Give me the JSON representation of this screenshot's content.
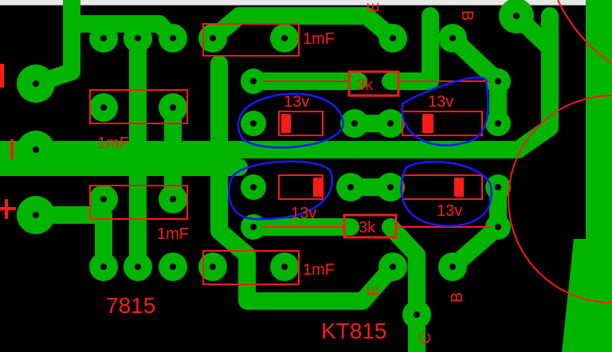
{
  "colors": {
    "copper": "#00b400",
    "silk": "#ff1a1a",
    "ink": "#1a1aff",
    "board": "#000000"
  },
  "labels": {
    "cap_top": "1mF",
    "cap_left": "1mF",
    "cap_lower_left": "1mF",
    "cap_bottom": "1mF",
    "res_top": "3k",
    "res_bottom": "3k",
    "diode_1": "13v",
    "diode_2": "13v",
    "diode_3": "13v",
    "diode_4": "13v",
    "regulator": "7815",
    "transistor": "KT815",
    "pin_e_top": "E",
    "pin_b_top": "B",
    "pin_e_bottom": "E",
    "pin_b_bottom": "B",
    "pin_c": "C"
  }
}
